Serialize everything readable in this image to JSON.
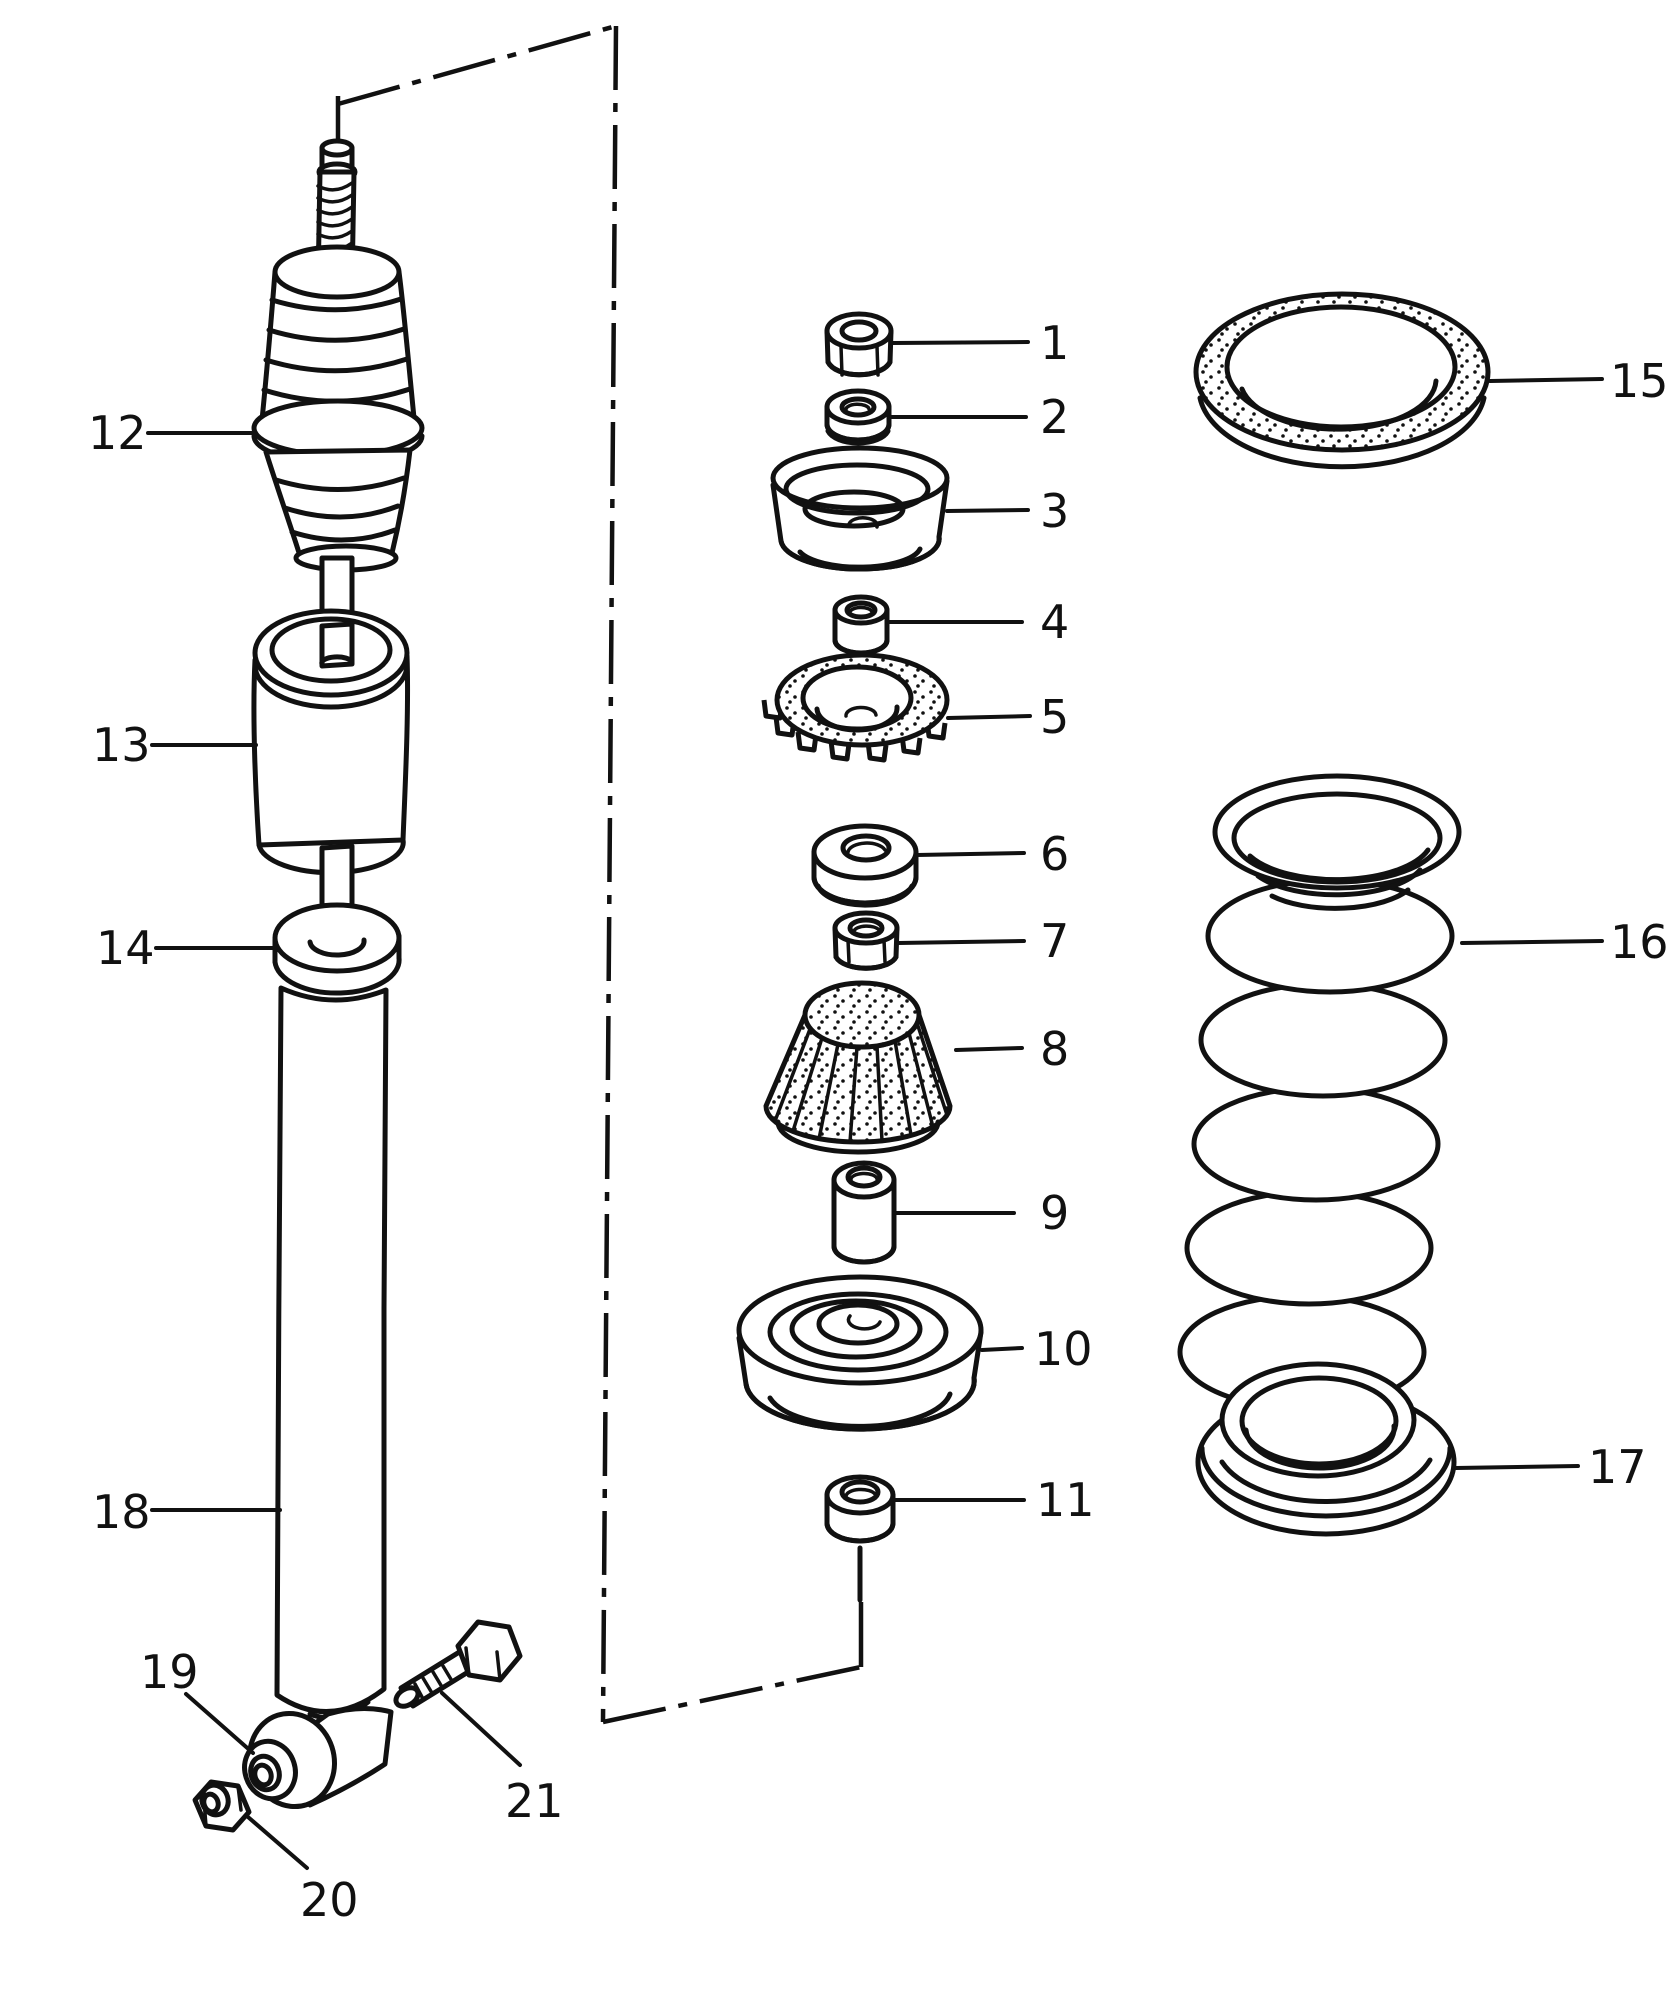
{
  "diagram": {
    "type": "exploded-parts-diagram",
    "background_color": "#ffffff",
    "line_color": "#111111",
    "callouts": [
      {
        "label": "1",
        "part": "piston-rod-hex-nut"
      },
      {
        "label": "2",
        "part": "small-washer"
      },
      {
        "label": "3",
        "part": "upper-strut-mount"
      },
      {
        "label": "4",
        "part": "spacer-bushing"
      },
      {
        "label": "5",
        "part": "toothed-rubber-seat-ring"
      },
      {
        "label": "6",
        "part": "flat-washer"
      },
      {
        "label": "7",
        "part": "hex-nut"
      },
      {
        "label": "8",
        "part": "ribbed-rubber-buffer"
      },
      {
        "label": "9",
        "part": "spacer-sleeve"
      },
      {
        "label": "10",
        "part": "lower-spring-plate"
      },
      {
        "label": "11",
        "part": "bushing-ring"
      },
      {
        "label": "12",
        "part": "protective-boot"
      },
      {
        "label": "13",
        "part": "bump-stop-cylinder"
      },
      {
        "label": "14",
        "part": "protective-cap-washer"
      },
      {
        "label": "15",
        "part": "upper-spring-seat-ring"
      },
      {
        "label": "16",
        "part": "coil-spring"
      },
      {
        "label": "17",
        "part": "lower-spring-seat-cup"
      },
      {
        "label": "18",
        "part": "shock-absorber-body"
      },
      {
        "label": "19",
        "part": "eye-bushing"
      },
      {
        "label": "20",
        "part": "lock-nut"
      },
      {
        "label": "21",
        "part": "mounting-bolt"
      }
    ]
  }
}
